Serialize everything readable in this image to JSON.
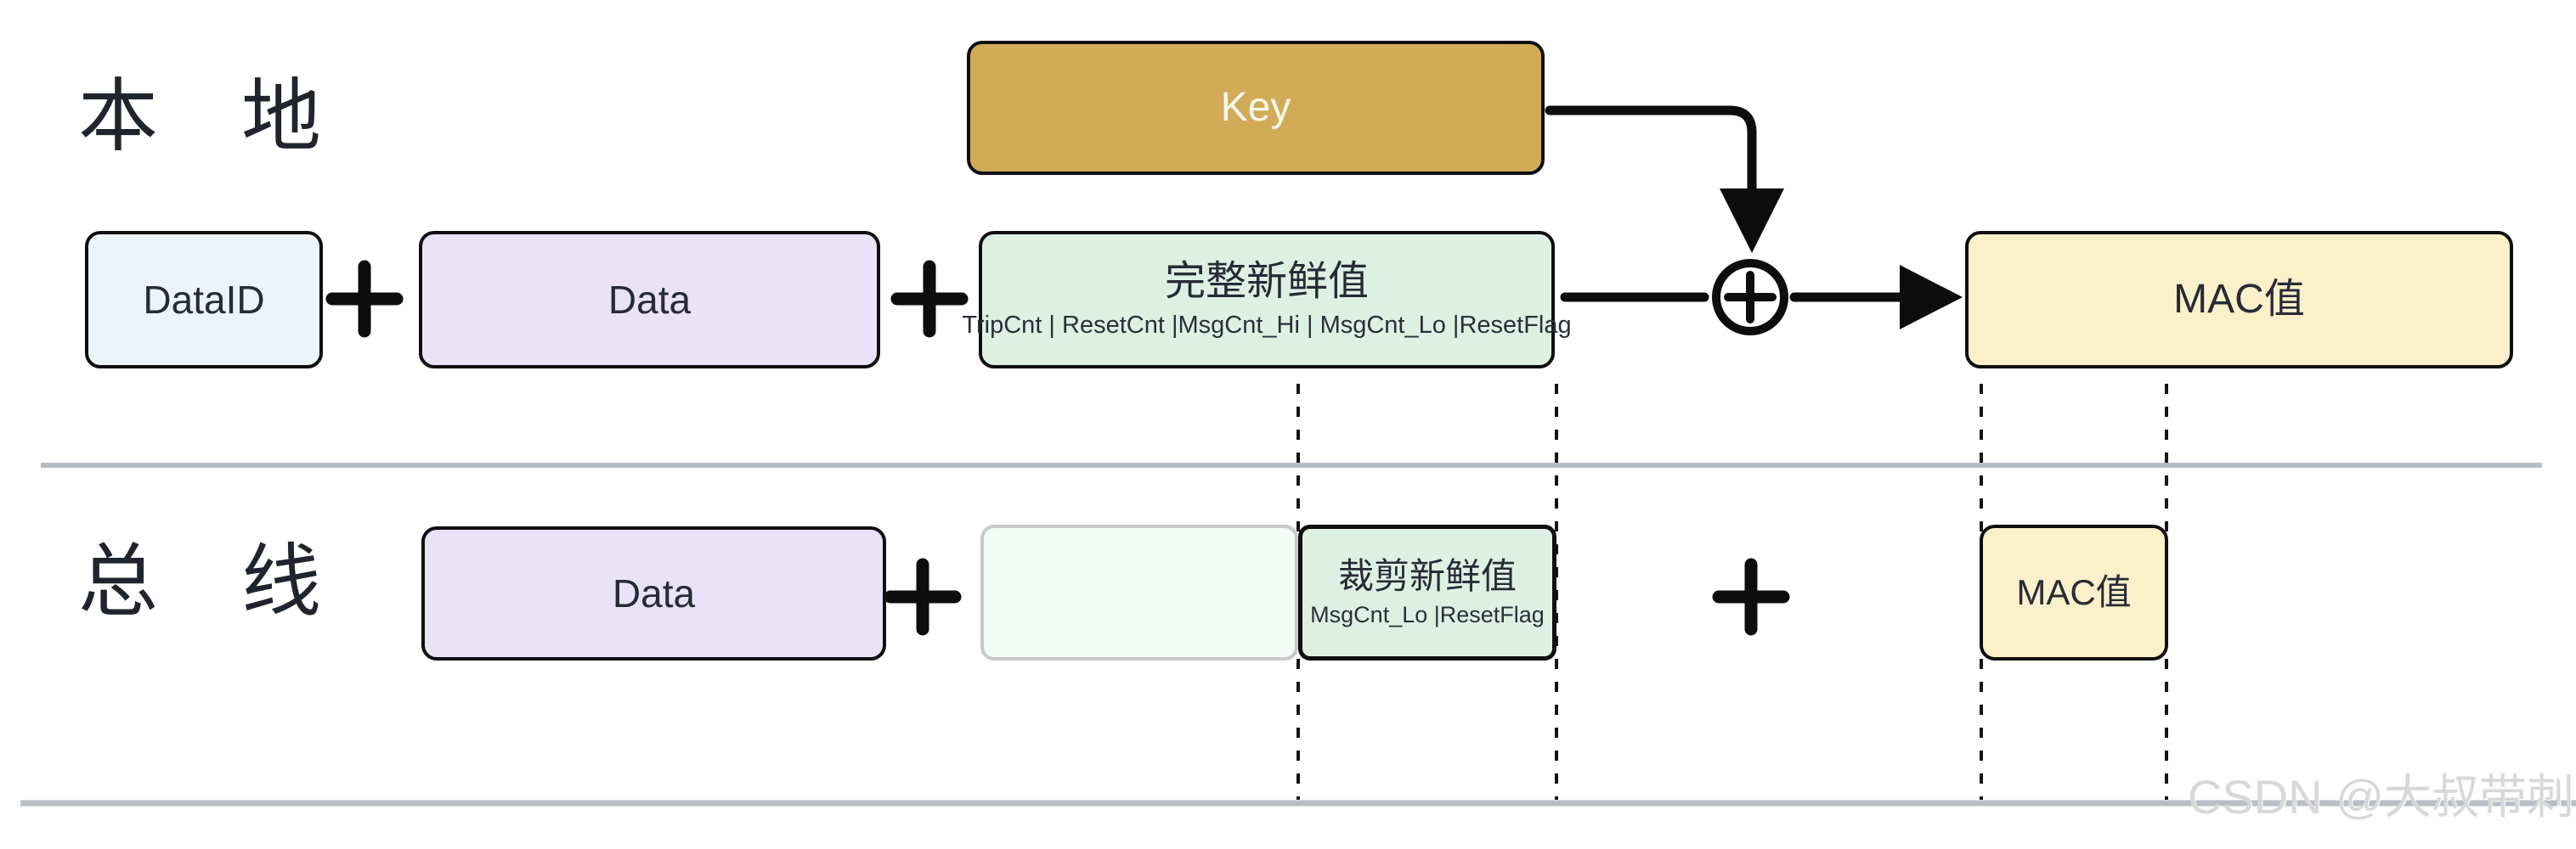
{
  "sections": {
    "local": {
      "label": "本　地"
    },
    "bus": {
      "label": "总　线"
    }
  },
  "key_box": {
    "label": "Key"
  },
  "row_local": {
    "dataid_label": "DataID",
    "data_label": "Data",
    "freshness_title": "完整新鲜值",
    "freshness_fields": "TripCnt | ResetCnt |MsgCnt_Hi | MsgCnt_Lo |ResetFlag",
    "mac_label": "MAC值"
  },
  "row_bus": {
    "data_label": "Data",
    "freshness_title": "裁剪新鲜值",
    "freshness_fields": "MsgCnt_Lo |ResetFlag",
    "mac_label": "MAC值"
  },
  "operators": {
    "plus": "+",
    "xor_plus": "⊕"
  },
  "watermark": {
    "text": "CSDN @大叔带刺"
  },
  "colors": {
    "key_fill": "#d1ab57",
    "dataid_fill": "#edf2fb",
    "data_fill": "#e9e2f8",
    "freshness_fill": "#def0e3",
    "faded_fill": "#f3faf5",
    "faded_border": "#c9c9c9",
    "mac_fill": "#fcf0cb",
    "box_border": "#0f0f0f",
    "connector_stroke": "#0d0d0d",
    "divider_gray": "#b9bdc5",
    "watermark_gray": "#d8d8d8",
    "text_dark": "#262b35"
  }
}
